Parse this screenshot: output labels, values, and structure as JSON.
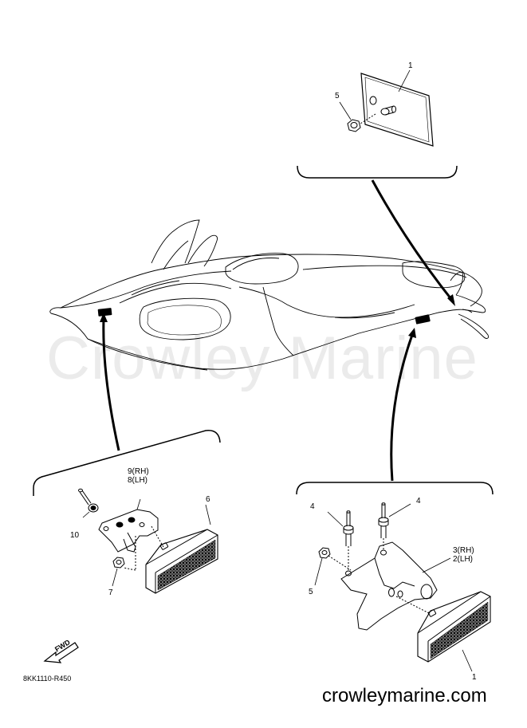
{
  "watermark": "Crowley Marine",
  "footer": {
    "code": "8KK1110-R450",
    "website": "crowleymarine.com"
  },
  "fwd_label": "FWD",
  "callouts": {
    "top_1": "1",
    "top_5": "5",
    "left_9_rh": "9(RH)",
    "left_8_lh": "8(LH)",
    "left_6": "6",
    "left_10": "10",
    "left_7": "7",
    "right_4a": "4",
    "right_4b": "4",
    "right_3_rh": "3(RH)",
    "right_2_lh": "2(LH)",
    "right_5": "5",
    "right_1": "1"
  }
}
